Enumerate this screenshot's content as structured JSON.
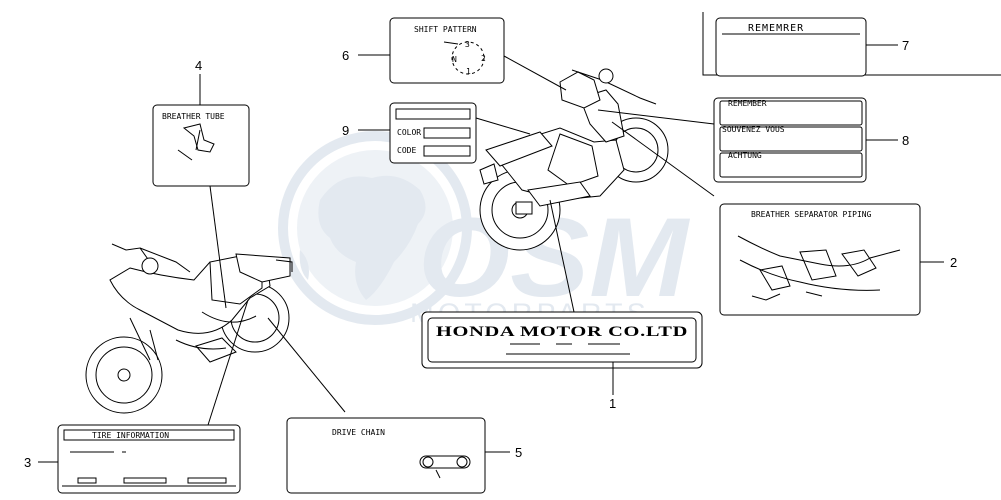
{
  "watermark": {
    "logo_text": "OSM",
    "sub_text": "MOTORPARTS"
  },
  "callouts": [
    "1",
    "2",
    "3",
    "4",
    "5",
    "6",
    "7",
    "8",
    "9"
  ],
  "labels": {
    "honda": {
      "text": "HONDA MOTOR CO.LTD"
    },
    "breather_separator": {
      "title": "BREATHER SEPARATOR  PIPING"
    },
    "tire_info": {
      "title": "TIRE INFORMATION"
    },
    "breather_tube": {
      "title": "BREATHER TUBE"
    },
    "drive_chain": {
      "title": "DRIVE CHAIN"
    },
    "shift_pattern": {
      "title": "SHIFT PATTERN",
      "positions": [
        "3",
        "N",
        "2",
        "1"
      ]
    },
    "remember_single": {
      "title": "REMEMRER"
    },
    "remember_multi": {
      "rows": [
        "REMEMBER",
        "SOUVENEZ VOUS",
        "ACHTUNG"
      ]
    },
    "color_code": {
      "rows": [
        "COLOR",
        "CODE"
      ]
    }
  },
  "colors": {
    "watermark": "#e3e9f0",
    "line": "#000000"
  }
}
